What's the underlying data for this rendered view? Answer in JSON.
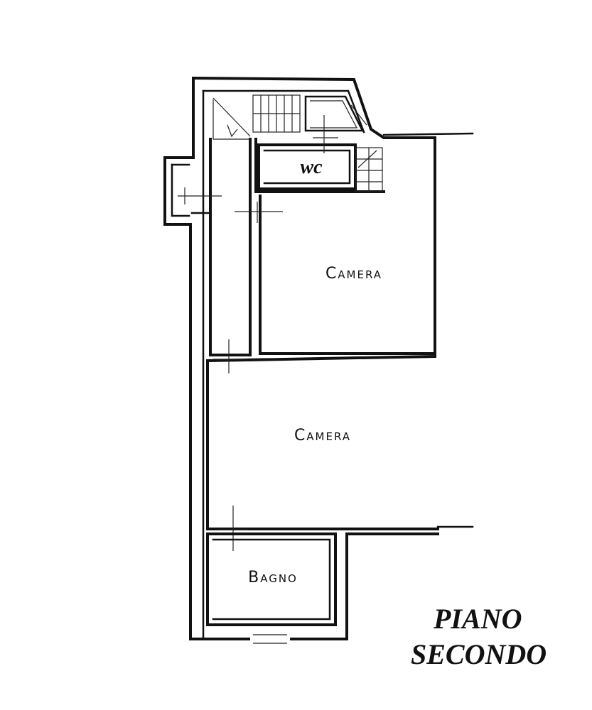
{
  "floor_title": {
    "line1": "PIANO",
    "line2": "SECONDO"
  },
  "rooms": {
    "wc": "wc",
    "camera_upper": "Camera",
    "camera_lower": "Camera",
    "bagno": "Bagno"
  }
}
